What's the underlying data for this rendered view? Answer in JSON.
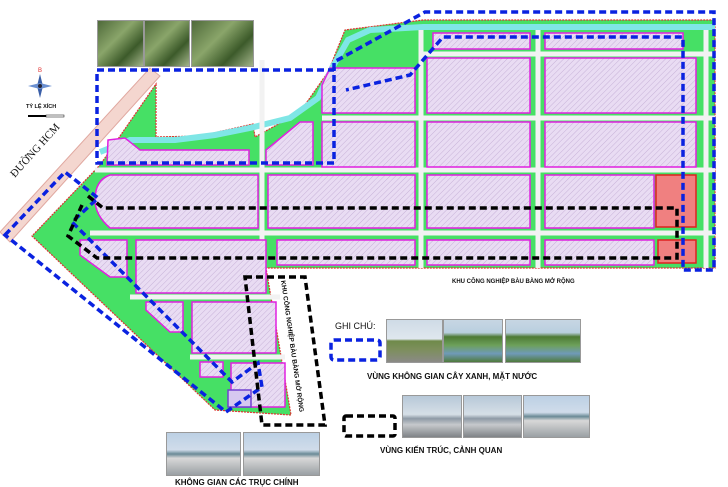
{
  "map": {
    "road_label": "ĐƯỜNG HCM",
    "scale_label": "TỶ LỆ XÍCH",
    "compass_label": "B",
    "industrial_zone_label": "KHU CÔNG NGHIỆP BÀU BÀNG MỞ RỘNG",
    "industrial_zone_label_vertical": "KHU CÔNG NGHIỆP BÀU BÀNG MỞ RỘNG",
    "colors": {
      "green_space": "#3ee05a",
      "water": "#7fe6e6",
      "industrial_block": "#e6d6f2",
      "block_border": "#e020e0",
      "admin_block": "#f08080",
      "green_zone_outline": "#0a22e0",
      "architecture_zone_outline": "#000000"
    }
  },
  "legend": {
    "title": "GHI CHÚ:",
    "items": [
      {
        "label": "VÙNG KHÔNG GIAN CÂY XANH, MẶT NƯỚC",
        "style": "blue-dashed"
      },
      {
        "label": "VÙNG KIẾN TRÚC, CẢNH QUAN",
        "style": "black-dashed"
      }
    ]
  },
  "main_axes_caption": "KHÔNG GIAN CÁC TRỤC CHÍNH"
}
